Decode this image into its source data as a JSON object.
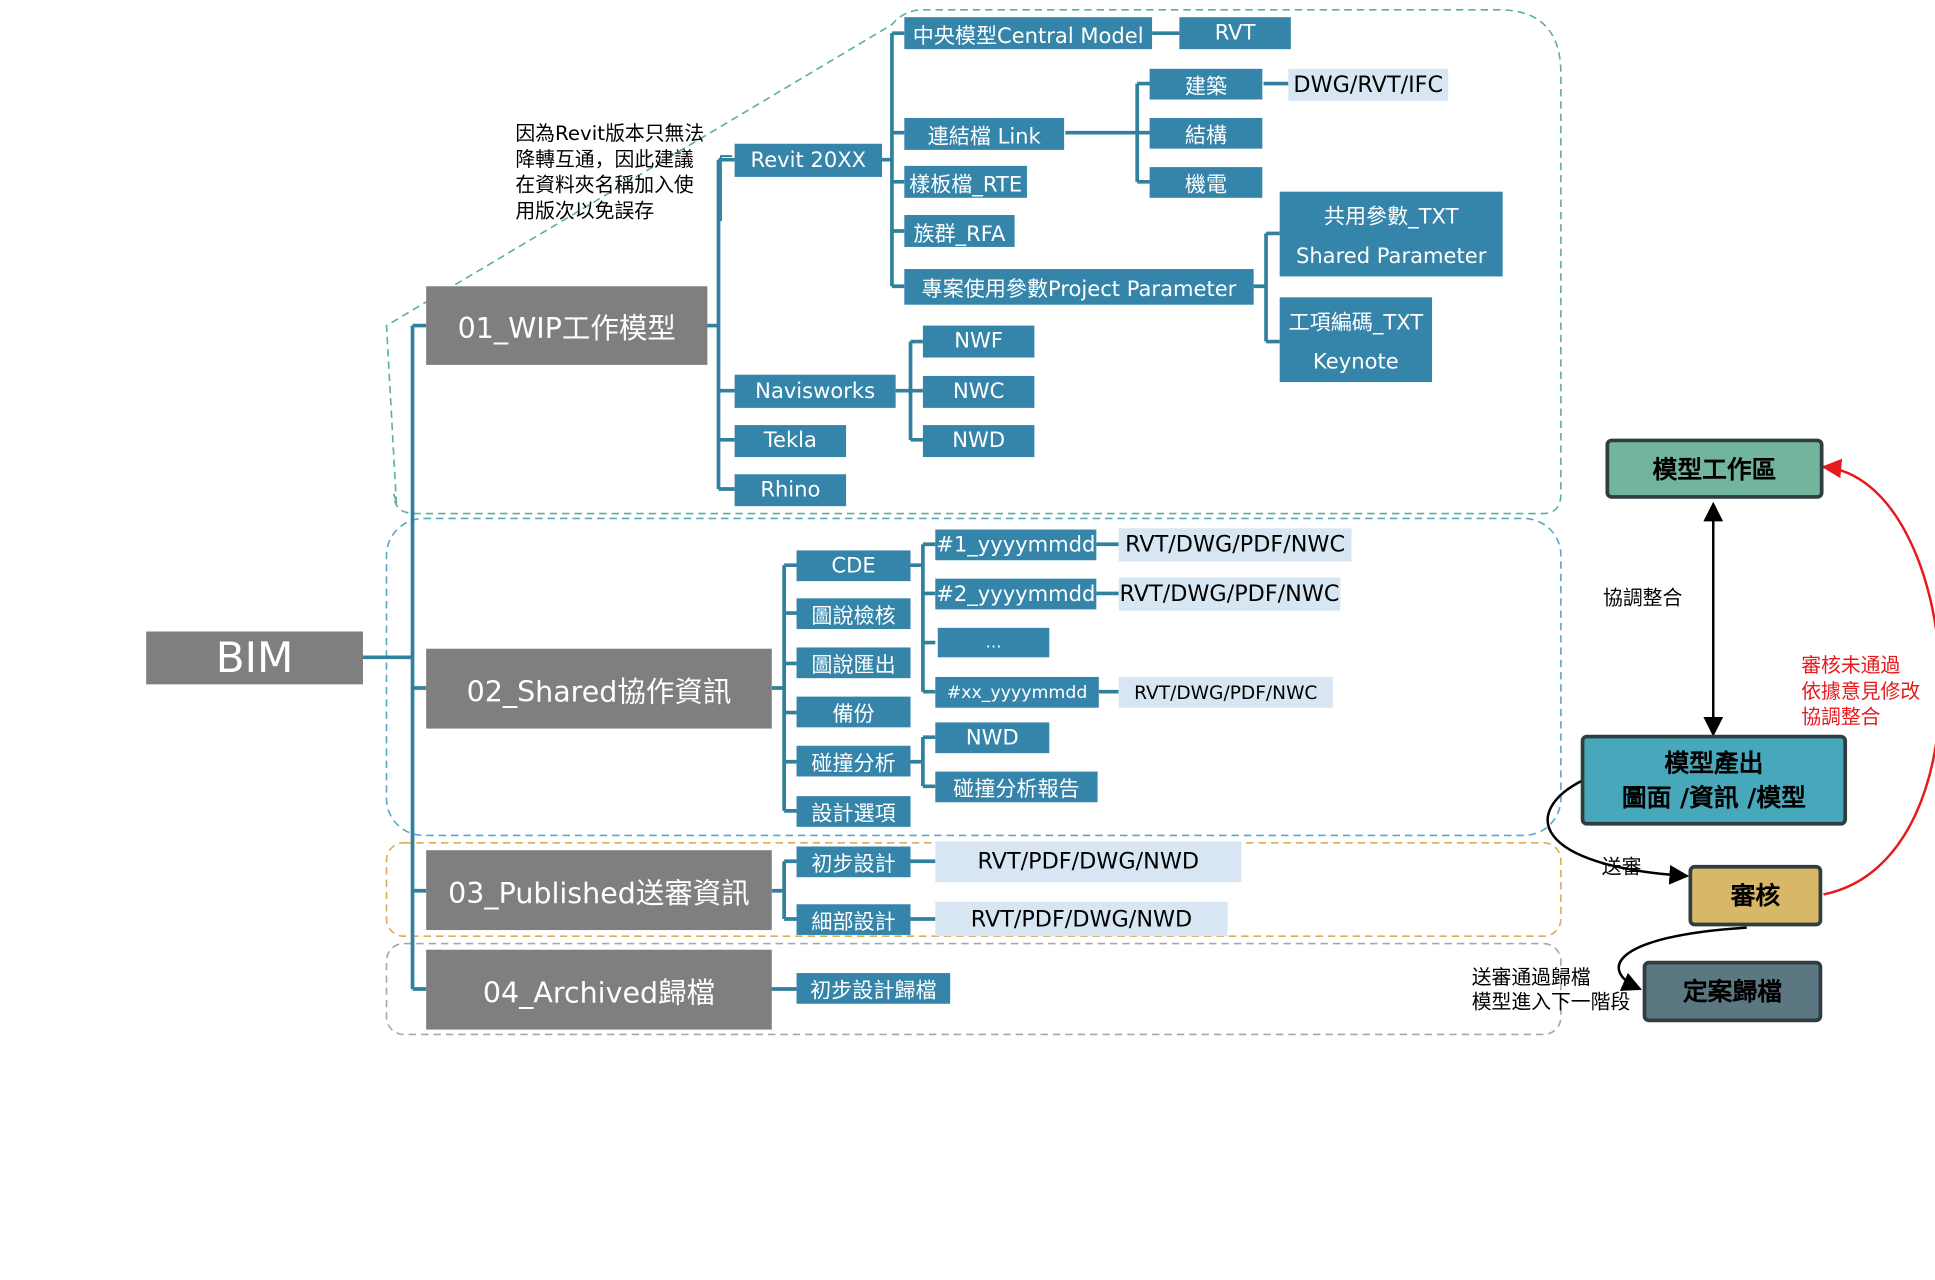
{
  "root": "BIM",
  "wip": {
    "title": "01_WIP工作模型",
    "note": [
      "因為Revit版本只無法",
      "降轉互通，因此建議",
      "在資料夾名稱加入使",
      "用版次以免誤存"
    ],
    "revit": "Revit 20XX",
    "central_model": "中央模型Central Model",
    "central_format": "RVT",
    "link": "連結檔 Link",
    "link_items": [
      "建築",
      "結構",
      "機電"
    ],
    "link_format": "DWG/RVT/IFC",
    "template": "樣板檔_RTE",
    "family": "族群_RFA",
    "project_parameter": "專案使用參數Project Parameter",
    "shared_parameter": [
      "共用參數_TXT",
      "Shared Parameter"
    ],
    "keynote": [
      "工項編碼_TXT",
      "Keynote"
    ],
    "navisworks": "Navisworks",
    "navis_formats": [
      "NWF",
      "NWC",
      "NWD"
    ],
    "tekla": "Tekla",
    "rhino": "Rhino"
  },
  "shared": {
    "title": "02_Shared協作資訊",
    "items": [
      "CDE",
      "圖說檢核",
      "圖說匯出",
      "備份",
      "碰撞分析",
      "設計選項"
    ],
    "cde_items": [
      "#1_yyyymmdd",
      "#2_yyyymmdd",
      "…",
      "#xx_yyyymmdd"
    ],
    "cde_formats": [
      "RVT/DWG/PDF/NWC",
      "RVT/DWG/PDF/NWC",
      "RVT/DWG/PDF/NWC"
    ],
    "clash_items": [
      "NWD",
      "碰撞分析報告"
    ]
  },
  "published": {
    "title": "03_Published送審資訊",
    "items": [
      "初步設計",
      "細部設計"
    ],
    "formats": [
      "RVT/PDF/DWG/NWD",
      "RVT/PDF/DWG/NWD"
    ]
  },
  "archived": {
    "title": "04_Archived歸檔",
    "items": [
      "初步設計歸檔"
    ]
  },
  "workflow": {
    "work_area": "模型工作區",
    "output": [
      "模型產出",
      "圖面 /資訊 /模型"
    ],
    "review": "審核",
    "final": "定案歸檔",
    "coordinate": "協調整合",
    "submit": "送審",
    "reject": [
      "審核未通過",
      "依據意見修改",
      "協調整合"
    ],
    "pass": [
      "送審通過歸檔",
      "模型進入下一階段"
    ]
  },
  "colors": {
    "node_blue": "#3585ab",
    "node_gray": "#7f7f7f",
    "format_box": "#d7e6f2",
    "work_area": "#72b59e",
    "output": "#46a8ba",
    "review": "#d8b868",
    "final": "#5b7782",
    "wip_border": "#5aafa3",
    "shared_border": "#5aa8c4",
    "published_border": "#dcae55",
    "archived_border": "#a8a8a8",
    "reject_arrow": "#e8191d"
  }
}
